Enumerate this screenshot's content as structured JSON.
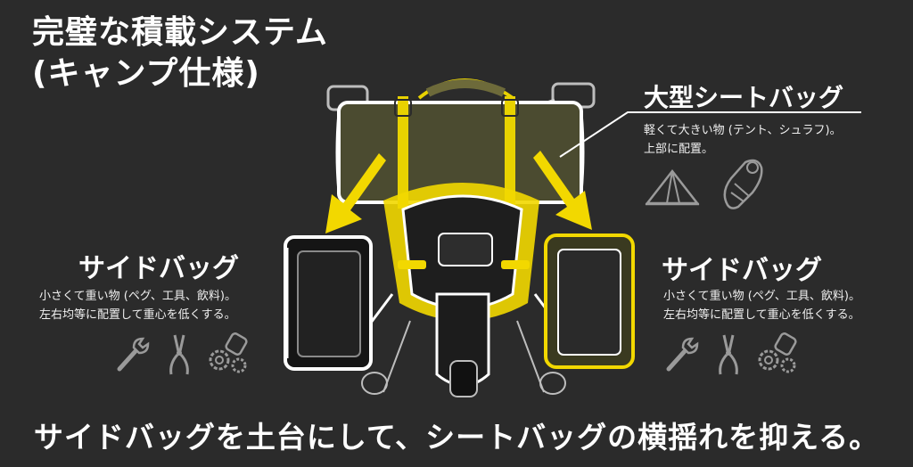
{
  "title": {
    "line1": "完璧な積載システム",
    "line2": "(キャンプ仕様)"
  },
  "seat_bag": {
    "heading": "大型シートバッグ",
    "desc_line1": "軽くて大きい物 (テント、シュラフ)。",
    "desc_line2": "上部に配置。",
    "icons": [
      "tent-icon",
      "sleeping-bag-icon"
    ]
  },
  "side_bag_left": {
    "heading": "サイドバッグ",
    "desc_line1": "小さくて重い物 (ペグ、工具、飲料)。",
    "desc_line2": "左右均等に配置して重心を低くする。",
    "icons": [
      "wrench-icon",
      "pliers-icon",
      "gears-icon"
    ]
  },
  "side_bag_right": {
    "heading": "サイドバッグ",
    "desc_line1": "小さくて重い物 (ペグ、工具、飲料)。",
    "desc_line2": "左右均等に配置して重心を低くする。",
    "icons": [
      "wrench-icon",
      "pliers-icon",
      "gears-icon"
    ]
  },
  "footer": {
    "text": "サイドバッグを土台にして、シートバッグの横揺れを抑える。"
  },
  "colors": {
    "background": "#2b2b2b",
    "accent_yellow": "#f2d800",
    "line_white": "#ffffff",
    "icon_gray": "#9a9a9a"
  }
}
